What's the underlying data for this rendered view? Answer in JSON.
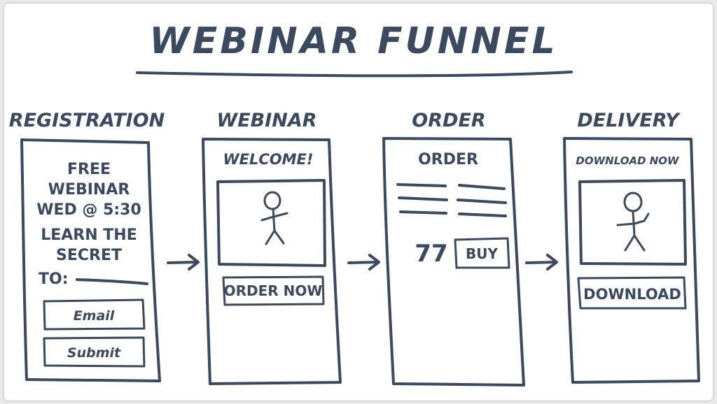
{
  "title": "WEBINAR FUNNEL",
  "colors": {
    "ink": "#3b4a5e",
    "background": "#ffffff"
  },
  "stages": {
    "registration": {
      "heading": "REGISTRATION",
      "line1": "FREE",
      "line2": "WEBINAR",
      "line3": "WED @ 5:30",
      "line4": "LEARN THE",
      "line5": "SECRET",
      "line6": "TO:",
      "email_button": "Email",
      "submit_button": "Submit"
    },
    "webinar": {
      "heading": "WEBINAR",
      "welcome": "WELCOME!",
      "video_icon": "stick-figure-icon",
      "order_button": "ORDER NOW"
    },
    "order": {
      "heading": "ORDER",
      "page_title": "ORDER",
      "price": "77",
      "buy_button": "BUY"
    },
    "delivery": {
      "heading": "DELIVERY",
      "top_label": "DOWNLOAD NOW",
      "video_icon": "stick-figure-icon",
      "download_button": "DOWNLOAD"
    }
  },
  "arrows": [
    "arrow-right-icon",
    "arrow-right-icon",
    "arrow-right-icon"
  ]
}
